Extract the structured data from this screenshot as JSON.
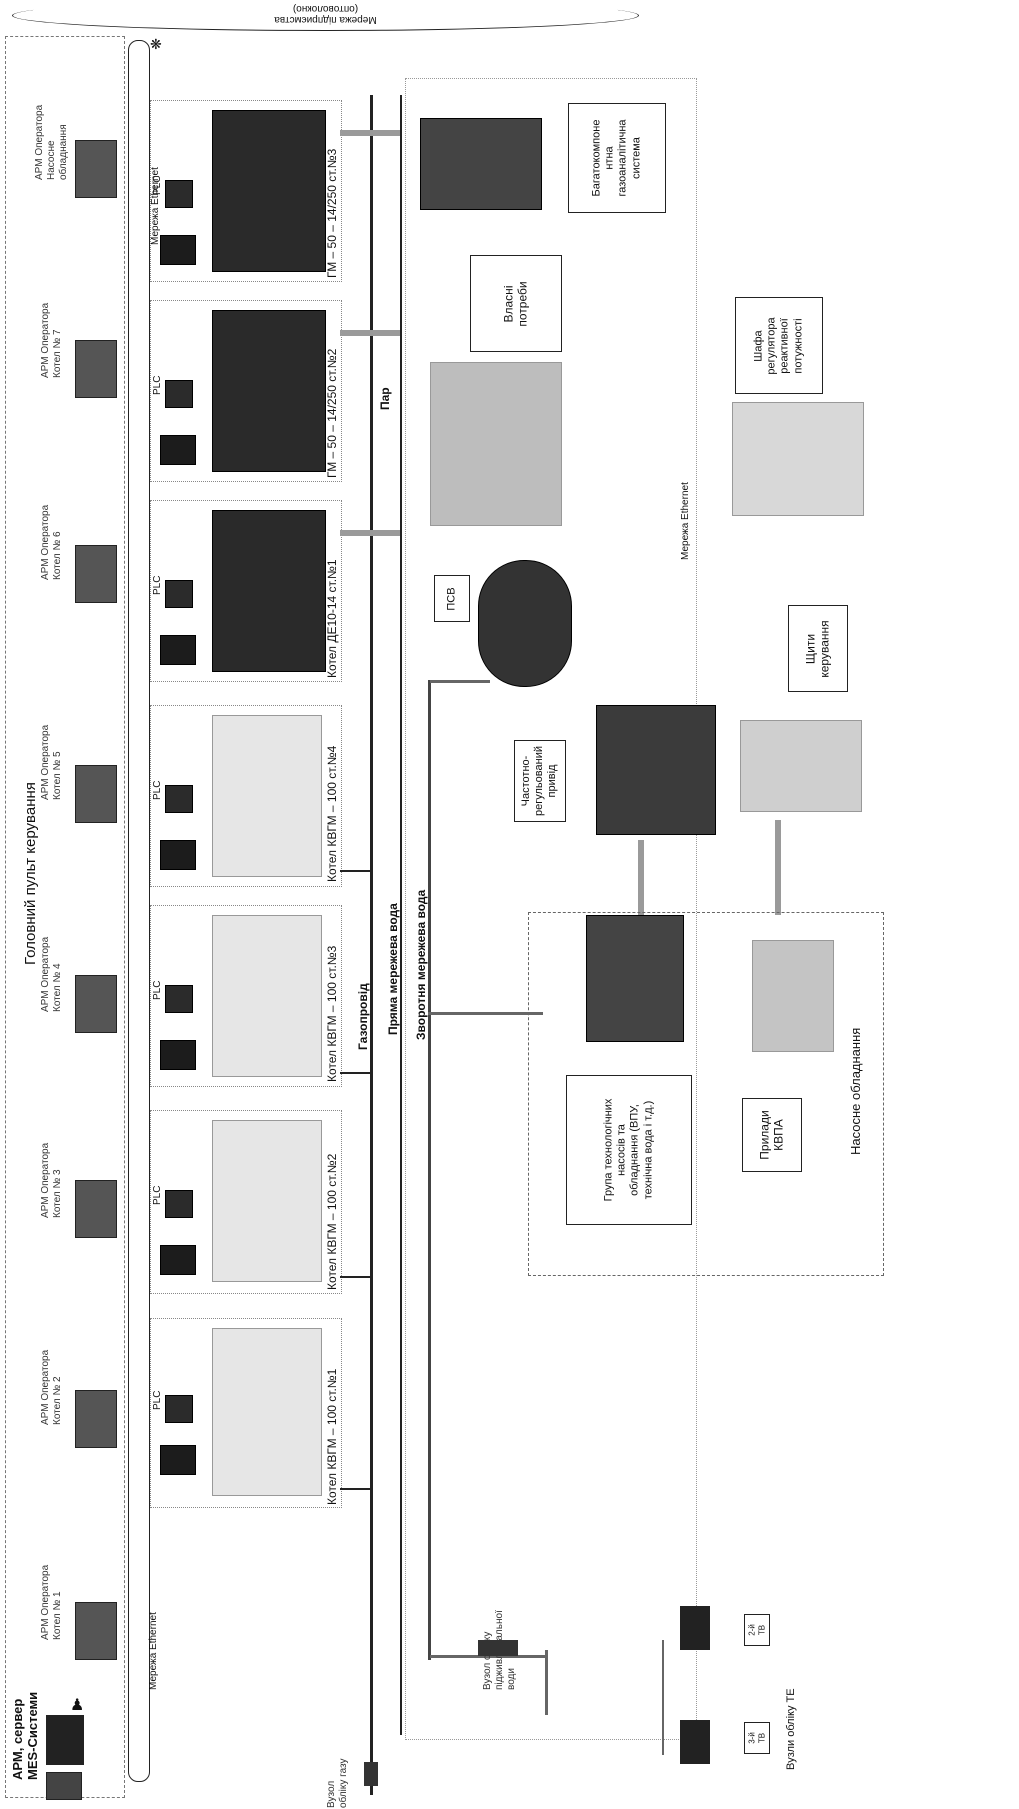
{
  "top_ellipse": {
    "line1": "Мережа підприємства",
    "line2": "(оптоволокно)"
  },
  "main_title": "Головний пульт керування",
  "arm_server": {
    "line1": "АРМ, сервер",
    "line2": "MES-Системи"
  },
  "operator_stations": [
    {
      "line1": "АРМ Оператора",
      "line2": "Котел № 1"
    },
    {
      "line1": "АРМ Оператора",
      "line2": "Котел № 2"
    },
    {
      "line1": "АРМ Оператора",
      "line2": "Котел № 3"
    },
    {
      "line1": "АРМ Оператора",
      "line2": "Котел № 4"
    },
    {
      "line1": "АРМ Оператора",
      "line2": "Котел № 5"
    },
    {
      "line1": "АРМ Оператора",
      "line2": "Котел № 6"
    },
    {
      "line1": "АРМ Оператора",
      "line2": "Котел № 7"
    },
    {
      "line1": "АРМ Оператора",
      "line2": "Насосне",
      "line3": "обладнання"
    }
  ],
  "ethernet_label": "Мережа Ethernet",
  "plc_label": "PLC",
  "boilers": [
    {
      "label": "Котел КВГМ – 100 ст.№1"
    },
    {
      "label": "Котел КВГМ – 100 ст.№2"
    },
    {
      "label": "Котел КВГМ – 100 ст.№3"
    },
    {
      "label": "Котел КВГМ – 100 ст.№4"
    },
    {
      "label": "Котел ДЕ10-14 ст.№1"
    },
    {
      "label": "ГМ – 50 – 14/250 ст.№2"
    },
    {
      "label": "ГМ – 50 – 14/250 ст.№3"
    }
  ],
  "pipes": {
    "gas": "Газопровід",
    "forward_water": "Пряма мережева вода",
    "return_water": "Зворотня мережева вода",
    "steam": "Пар"
  },
  "equipment": {
    "psv": "ПСВ",
    "gas_analysis": {
      "line1": "Багатокомпоне",
      "line2": "нтна",
      "line3": "газоаналітична",
      "line4": "система"
    },
    "own_needs": {
      "line1": "Власні",
      "line2": "потреби"
    },
    "reactive_cabinet": {
      "line1": "Шафа",
      "line2": "регулятора",
      "line3": "реактивної",
      "line4": "потужності"
    },
    "control_panels": {
      "line1": "Щити",
      "line2": "керування"
    },
    "vfd": {
      "line1": "Частотно-",
      "line2": "регульований",
      "line3": "привід"
    },
    "pump_group": {
      "line1": "Група технологічних",
      "line2": "насосів та",
      "line3": "обладнання (ВПУ,",
      "line4": "технічна вода і т.д.)"
    },
    "kvpa": {
      "line1": "Прилади",
      "line2": "КВПА"
    },
    "pump_equipment": "Насосне обладнання"
  },
  "metering": {
    "gas_meter": {
      "line1": "Вузол",
      "line2": "обліку газу"
    },
    "makeup_water": {
      "line1": "Вузол обліку",
      "line2": "підживлювальної",
      "line3": "води"
    },
    "te_meter": "Вузли обліку ТЕ",
    "tv1": {
      "line1": "3-й",
      "line2": "ТВ"
    },
    "tv2": {
      "line1": "2-й",
      "line2": "ТВ"
    }
  }
}
